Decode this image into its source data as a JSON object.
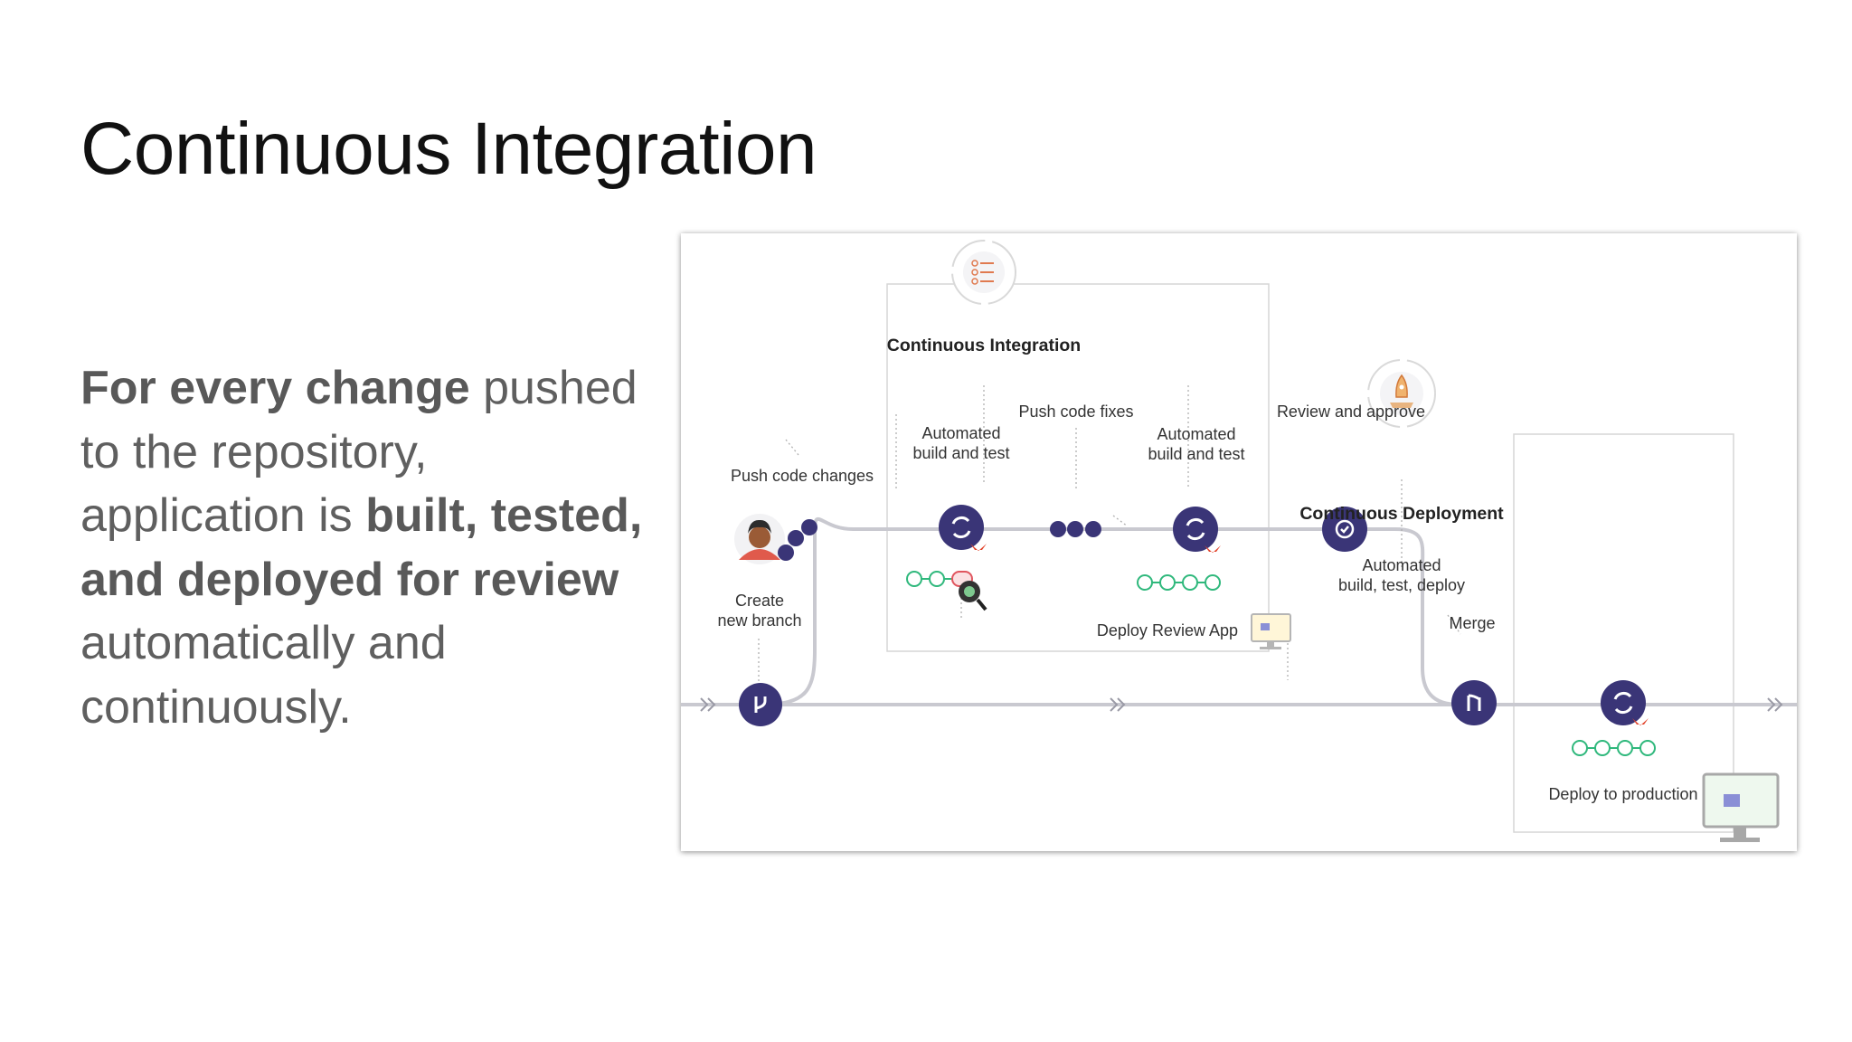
{
  "slide": {
    "title": "Continuous Integration",
    "body": {
      "p1_bold": "For every change",
      "p1_rest": " pushed to the repository, application is ",
      "p2_bold": "built, tested, and deployed for review",
      "p3_rest": " automatically and continuously."
    }
  },
  "diagram": {
    "ci_title": "Continuous Integration",
    "cd_title": "Continuous Deployment",
    "push_code_changes": "Push code changes",
    "create_new_branch": [
      "Create",
      "new branch"
    ],
    "automated_build_1": [
      "Automated",
      "build and test"
    ],
    "push_code_fixes": "Push code fixes",
    "automated_build_2": [
      "Automated",
      "build and test"
    ],
    "review_and_approve": "Review and approve",
    "deploy_review_app": "Deploy Review App",
    "merge": "Merge",
    "automated_deploy": [
      "Automated",
      "build, test, deploy"
    ],
    "deploy_to_production": "Deploy to production",
    "colors": {
      "node": "#3a3577",
      "track": "#c9c9d0",
      "success": "#2fb87c",
      "failure": "#e0555e",
      "box_border": "#d6d6d6"
    }
  }
}
